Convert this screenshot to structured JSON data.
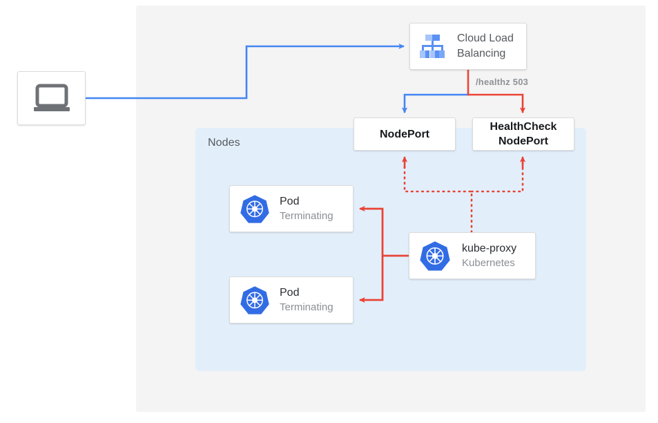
{
  "diagram": {
    "title": "Kubernetes external traffic policy local health check diagram",
    "regions": {
      "nodes_label": "Nodes"
    },
    "nodes": {
      "client": {
        "icon": "laptop-icon",
        "label": ""
      },
      "cloud_load_balancing": {
        "icon": "cloud-load-balancing-icon",
        "line1": "Cloud Load",
        "line2": "Balancing"
      },
      "nodeport": {
        "label": "NodePort"
      },
      "healthcheck_nodeport": {
        "line1": "HealthCheck",
        "line2": "NodePort"
      },
      "pod_1": {
        "icon": "kubernetes-icon",
        "title": "Pod",
        "subtitle": "Terminating"
      },
      "pod_2": {
        "icon": "kubernetes-icon",
        "title": "Pod",
        "subtitle": "Terminating"
      },
      "kube_proxy": {
        "icon": "kubernetes-icon",
        "title": "kube-proxy",
        "subtitle": "Kubernetes"
      }
    },
    "edges": {
      "healthz_label": "/healthz 503"
    },
    "colors": {
      "blue_arrow": "#4285f4",
      "red_arrow": "#ea4335",
      "nodes_region": "#e2effb",
      "outer_frame": "#f4f4f4",
      "kubernetes_blue": "#326ce5",
      "icon_gray": "#6e7276",
      "text_dark": "#2a2d31",
      "text_muted": "#8a8f94"
    }
  }
}
